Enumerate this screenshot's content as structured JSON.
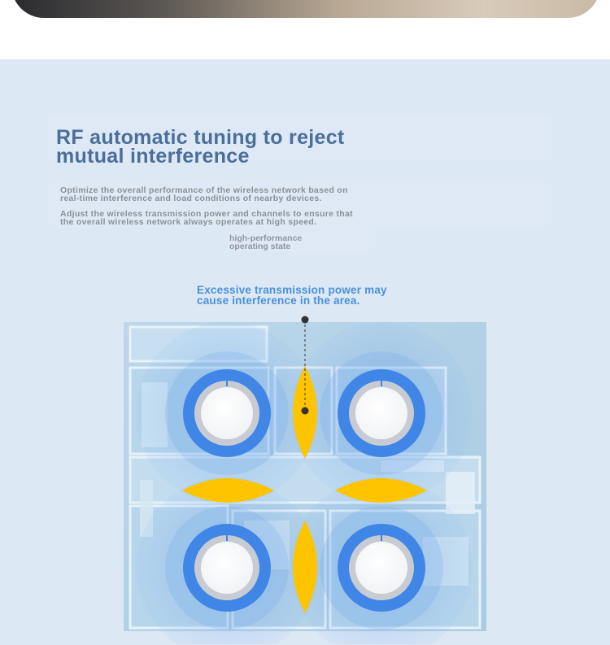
{
  "heading": "RF automatic tuning to reject\n mutual interference",
  "paragraphs": [
    "Optimize the overall performance of the wireless network based on\n real-time interference and load conditions of nearby devices.",
    "Adjust the wireless transmission power and channels to ensure that\n the overall wireless network always operates at high speed."
  ],
  "state_label": "high-performance\n operating state",
  "warning_label": "Excessive transmission power may\n cause interference in the area.",
  "colors": {
    "panel_bg": "#dde8f5",
    "title": "#4a6f9a",
    "accent_blue": "#3f86e6",
    "interference_yellow": "#fec400"
  },
  "icons": [
    "access-point-icon",
    "interference-zone-icon",
    "callout-marker-icon"
  ]
}
